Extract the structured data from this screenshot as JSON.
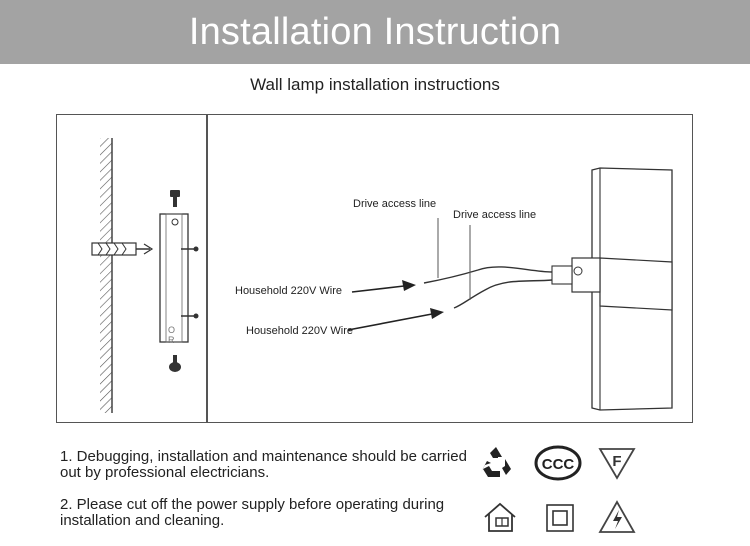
{
  "header": {
    "title": "Installation Instruction"
  },
  "subtitle": "Wall lamp installation instructions",
  "diagram": {
    "labels": {
      "drive_line_1": "Drive access line",
      "drive_line_2": "Drive access line",
      "household_wire_1": "Household 220V Wire",
      "household_wire_2": "Household 220V Wire",
      "or_mark": "O R"
    }
  },
  "notes": [
    "1. Debugging, installation and maintenance should be carried out by professional electricians.",
    "2. Please cut off the power supply before operating during installation and cleaning."
  ],
  "icons": {
    "f_mark": "F",
    "cccc_mark": "CCC"
  },
  "colors": {
    "banner": "#a3a3a3",
    "line": "#333333"
  }
}
